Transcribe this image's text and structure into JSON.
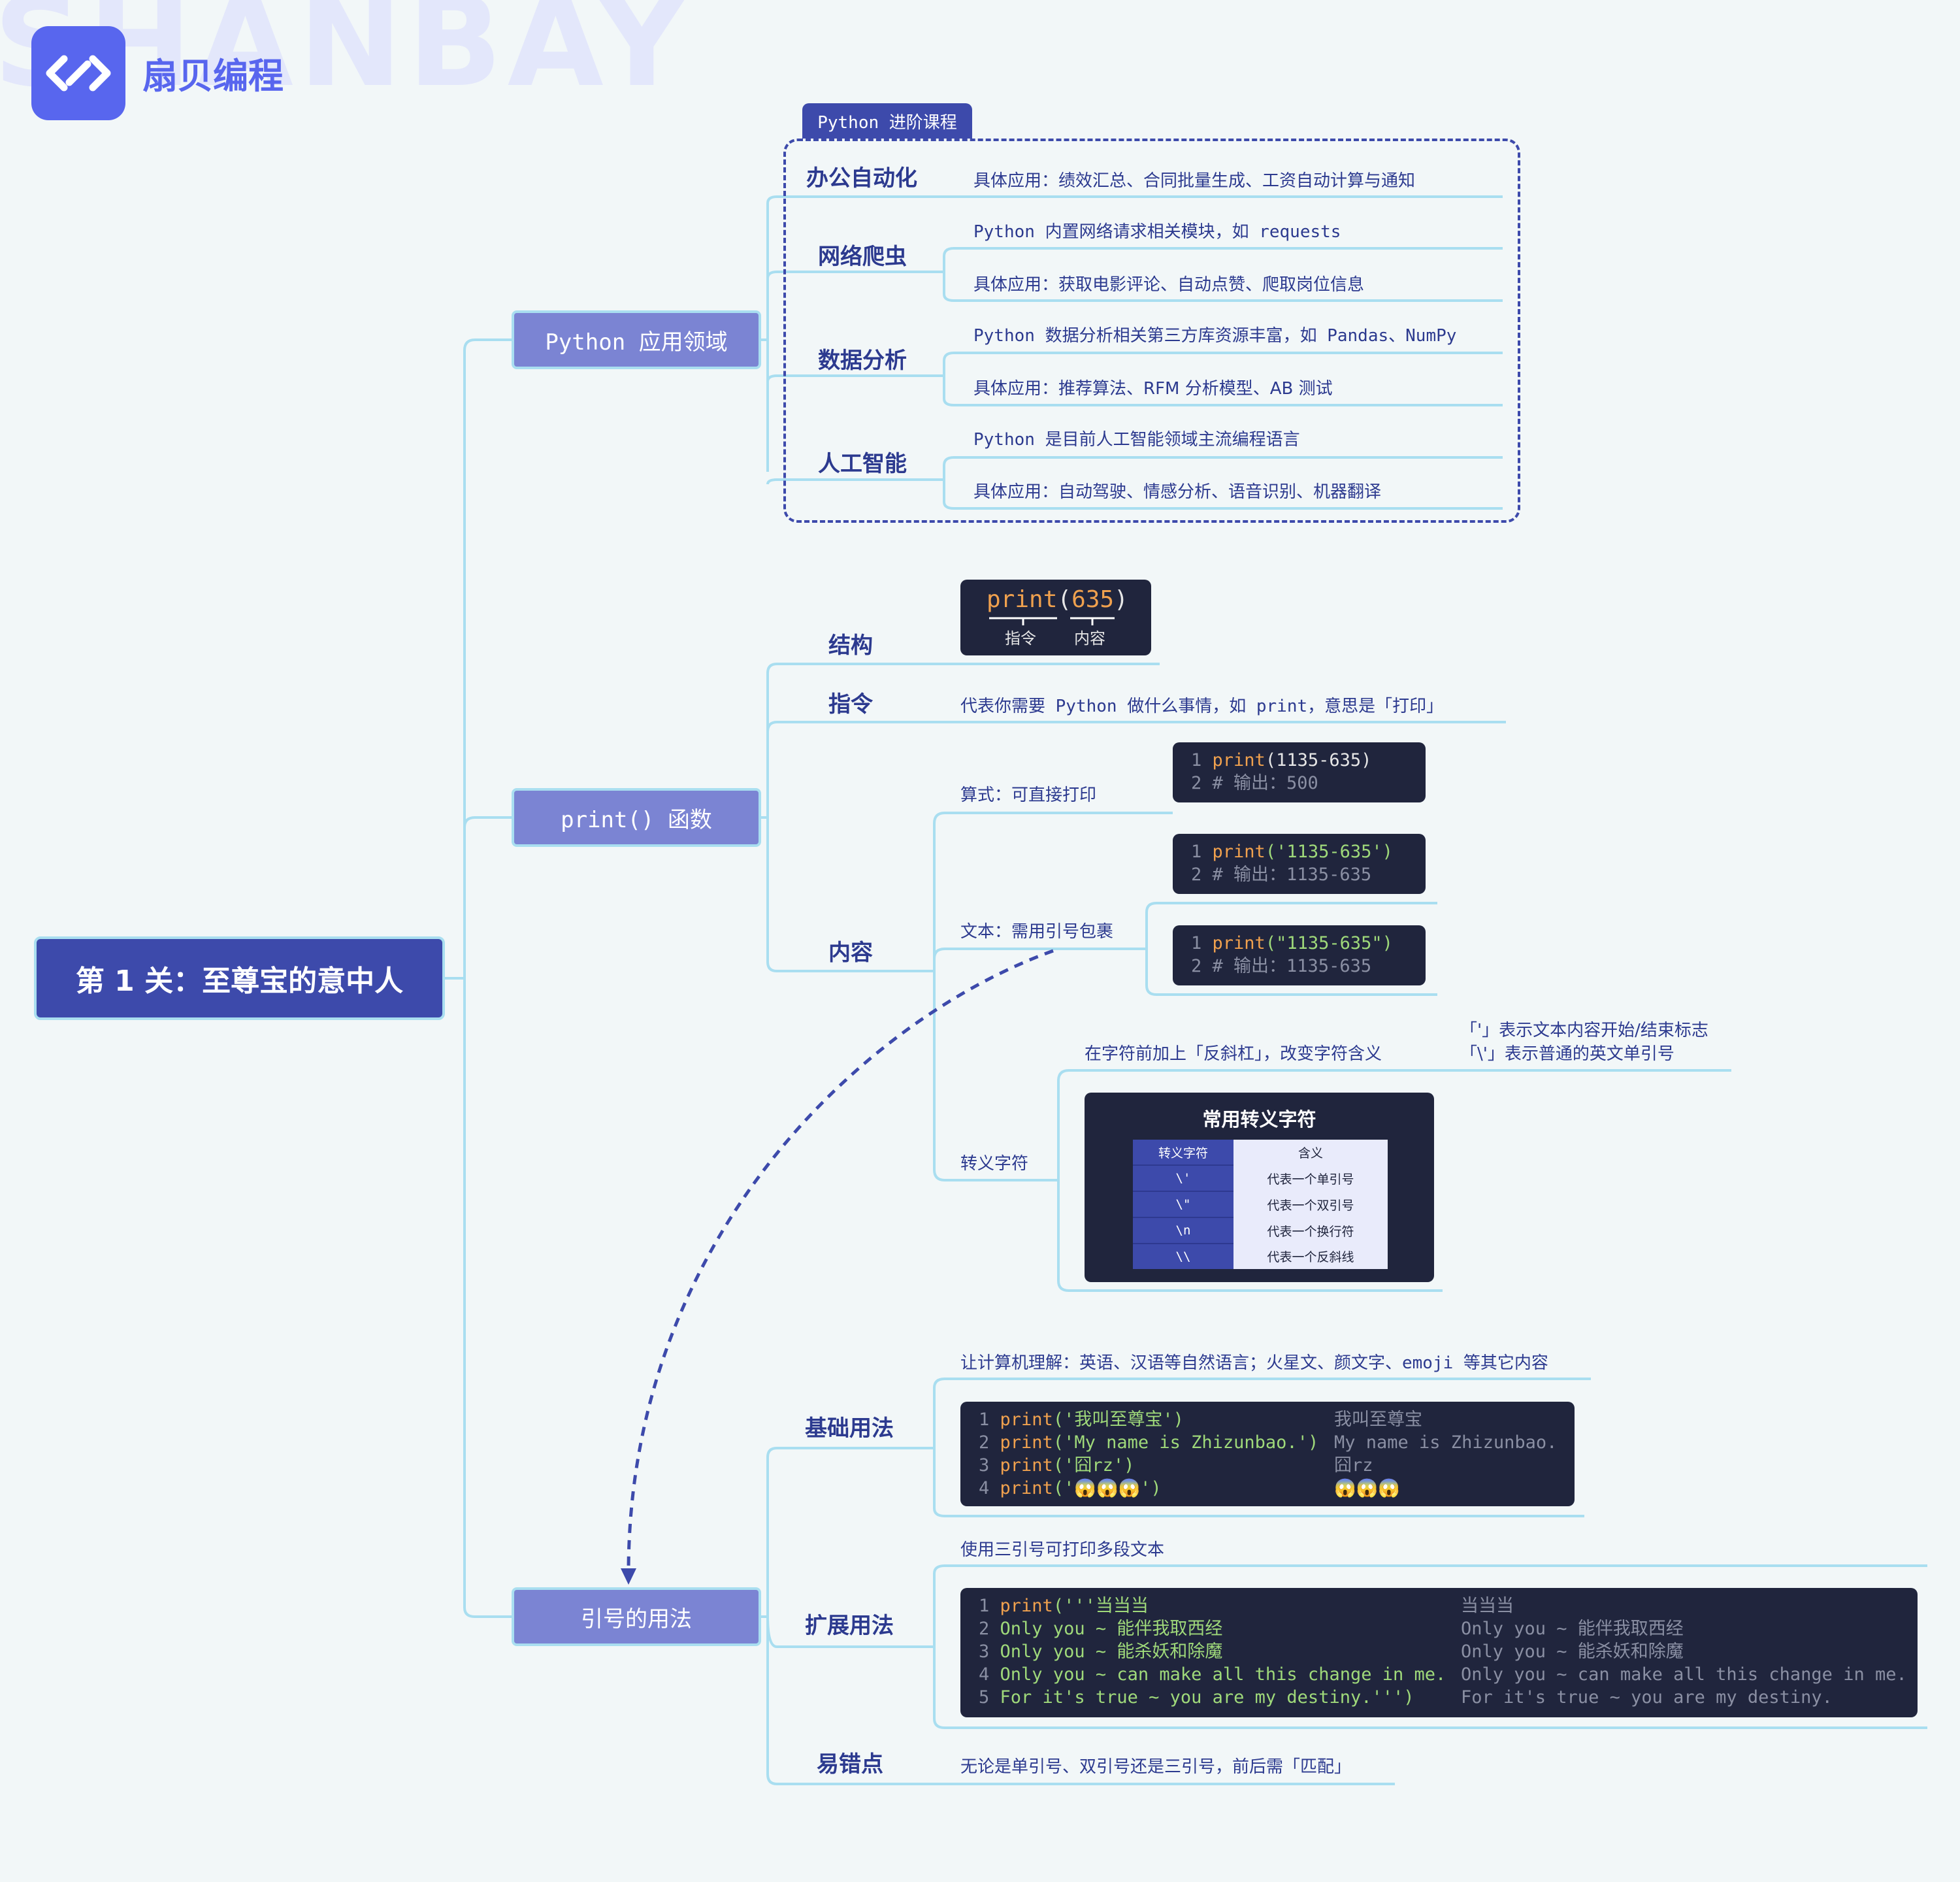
{
  "brand": {
    "watermark": "SHANBAY",
    "name": "扇贝编程",
    "logo_icon": "code-link-icon"
  },
  "root": "第 1 关：至尊宝的意中人",
  "branches": {
    "fields": {
      "title": "Python 应用领域",
      "tag": "Python 进阶课程",
      "office": {
        "title": "办公自动化",
        "app": "具体应用：绩效汇总、合同批量生成、工资自动计算与通知"
      },
      "crawler": {
        "title": "网络爬虫",
        "desc": "Python 内置网络请求相关模块，如 requests",
        "app": "具体应用：获取电影评论、自动点赞、爬取岗位信息"
      },
      "data": {
        "title": "数据分析",
        "desc": "Python 数据分析相关第三方库资源丰富，如 Pandas、NumPy",
        "app": "具体应用：推荐算法、RFM 分析模型、AB 测试"
      },
      "ai": {
        "title": "人工智能",
        "desc": "Python 是目前人工智能领域主流编程语言",
        "app": "具体应用：自动驾驶、情感分析、语音识别、机器翻译"
      }
    },
    "print": {
      "title": "print() 函数",
      "structure": {
        "title": "结构",
        "code_kw": "print",
        "code_open": "(",
        "code_num": "635",
        "code_close": ")",
        "label_cmd": "指令",
        "label_content": "内容"
      },
      "command": {
        "title": "指令",
        "desc": "代表你需要 Python 做什么事情，如 print，意思是「打印」"
      },
      "content": {
        "title": "内容",
        "calc": {
          "label": "算式：可直接打印",
          "line1_no": "1",
          "line1_kw": "print",
          "line1_rest": "(1135-635)",
          "line2_no": "2",
          "line2": "# 输出：500"
        },
        "text": {
          "label": "文本：需用引号包裹",
          "a": {
            "line1_no": "1",
            "line1_kw": "print",
            "line1_str": "('1135-635')",
            "line2_no": "2",
            "line2": "# 输出：1135-635"
          },
          "b": {
            "line1_no": "1",
            "line1_kw": "print",
            "line1_str": "(\"1135-635\")",
            "line2_no": "2",
            "line2": "# 输出：1135-635"
          }
        },
        "escape": {
          "label": "转义字符",
          "desc": "在字符前加上「反斜杠」，改变字符含义",
          "note1": "「'」表示文本内容开始/结束标志",
          "note2": "「\\'」表示普通的英文单引号",
          "table_title": "常用转义字符",
          "headers": [
            "转义字符",
            "含义"
          ],
          "rows": [
            [
              "\\'",
              "代表一个单引号"
            ],
            [
              "\\\"",
              "代表一个双引号"
            ],
            [
              "\\n",
              "代表一个换行符"
            ],
            [
              "\\\\",
              "代表一个反斜线"
            ]
          ]
        }
      }
    },
    "quotes": {
      "title": "引号的用法",
      "basic": {
        "title": "基础用法",
        "desc": "让计算机理解：英语、汉语等自然语言；火星文、颜文字、emoji 等其它内容",
        "lines": [
          {
            "no": "1",
            "kw": "print",
            "arg": "('我叫至尊宝')",
            "out": "我叫至尊宝"
          },
          {
            "no": "2",
            "kw": "print",
            "arg": "('My name is Zhizunbao.')",
            "out": "My name is Zhizunbao."
          },
          {
            "no": "3",
            "kw": "print",
            "arg": "('囧rz')",
            "out": "囧rz"
          },
          {
            "no": "4",
            "kw": "print",
            "arg": "('😱😱😱')",
            "out": "😱😱😱"
          }
        ]
      },
      "extended": {
        "title": "扩展用法",
        "desc": "使用三引号可打印多段文本",
        "lines": [
          {
            "no": "1",
            "kw": "print",
            "arg": "('''当当当",
            "out": "当当当"
          },
          {
            "no": "2",
            "kw": "",
            "arg": "Only you ~ 能伴我取西经",
            "out": "Only you ~ 能伴我取西经"
          },
          {
            "no": "3",
            "kw": "",
            "arg": "Only you ~ 能杀妖和除魔",
            "out": "Only you ~ 能杀妖和除魔"
          },
          {
            "no": "4",
            "kw": "",
            "arg": "Only you ~ can make all this change in me.",
            "out": "Only you ~ can make all this change in me."
          },
          {
            "no": "5",
            "kw": "",
            "arg": "For it's true ~ you are my destiny.''')",
            "out": "For it's true ~ you are my destiny."
          }
        ]
      },
      "pitfall": {
        "title": "易错点",
        "desc": "无论是单引号、双引号还是三引号，前后需「匹配」"
      }
    }
  },
  "colors": {
    "line": "#a9def0",
    "node_dark": "#3d4aab",
    "node_light": "#7b84d3",
    "code_bg": "#20253d",
    "accent": "#5866ee"
  }
}
